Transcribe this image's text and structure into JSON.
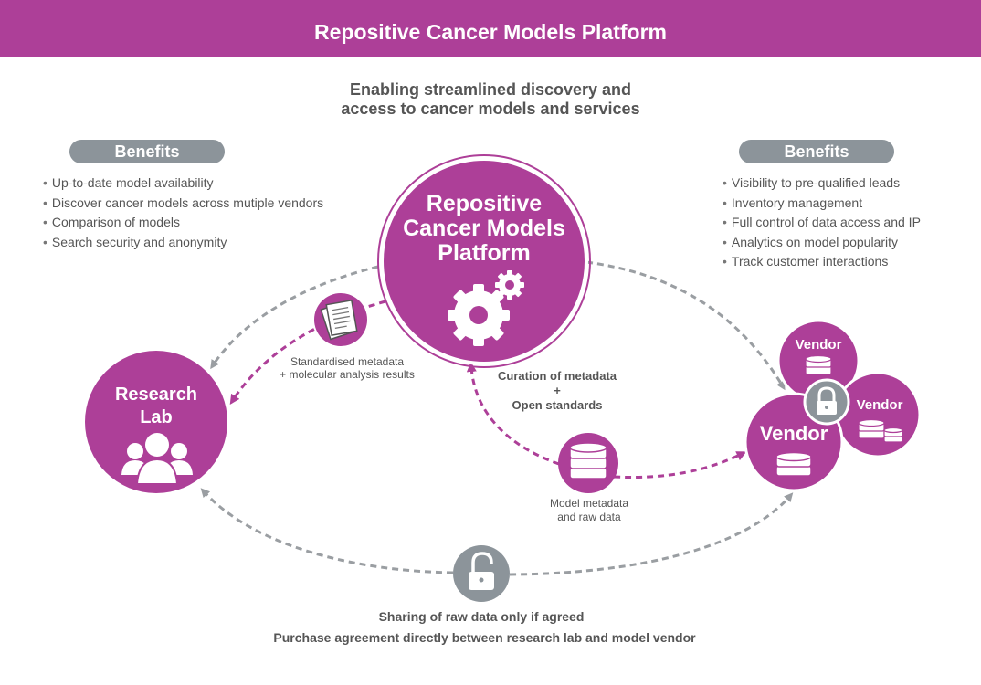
{
  "header": {
    "title": "Repositive Cancer Models Platform"
  },
  "subtitle": {
    "line1": "Enabling streamlined discovery and",
    "line2": "access to cancer models and services"
  },
  "benefits_left": {
    "title": "Benefits",
    "items": [
      "Up-to-date model availability",
      "Discover cancer models across mutiple vendors",
      "Comparison of models",
      "Search security and anonymity"
    ]
  },
  "benefits_right": {
    "title": "Benefits",
    "items": [
      "Visibility to pre-qualified leads",
      "Inventory management",
      "Full control of data access and IP",
      "Analytics on model popularity",
      "Track customer interactions"
    ]
  },
  "platform": {
    "line1": "Repositive",
    "line2": "Cancer Models",
    "line3": "Platform"
  },
  "research_lab": {
    "line1": "Research",
    "line2": "Lab"
  },
  "vendors": {
    "main": "Vendor",
    "top": "Vendor",
    "right": "Vendor"
  },
  "labels": {
    "standardised_1": "Standardised metadata",
    "standardised_2": "+ molecular analysis results",
    "curation_1": "Curation of metadata",
    "curation_2": "+",
    "curation_3": "Open standards",
    "model_meta_1": "Model metadata",
    "model_meta_2": "and raw data",
    "sharing": "Sharing of raw data only if agreed",
    "purchase": "Purchase agreement directly between research lab and model vendor"
  },
  "colors": {
    "accent": "#ad3f98",
    "grey": "#8c949a",
    "dash_grey": "#9a9ea2"
  },
  "icons": [
    "gear-icon",
    "people-icon",
    "document-icon",
    "database-icon",
    "lock-icon",
    "unlock-icon"
  ]
}
